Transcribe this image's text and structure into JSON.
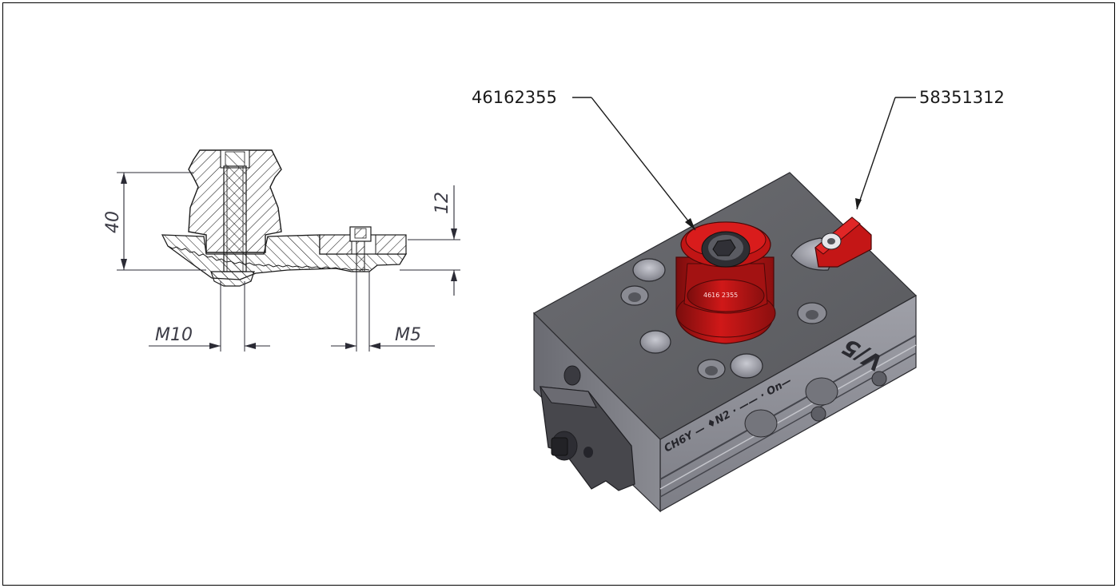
{
  "drawing": {
    "section_view": {
      "dimensions": {
        "height_total": "40",
        "height_plate": "12",
        "thread_large": "M10",
        "thread_small": "M5"
      }
    },
    "iso_view": {
      "callouts": {
        "clamping_pin": "46162355",
        "clamp_lever": "58351312"
      },
      "logo_mark": "V/5"
    }
  }
}
